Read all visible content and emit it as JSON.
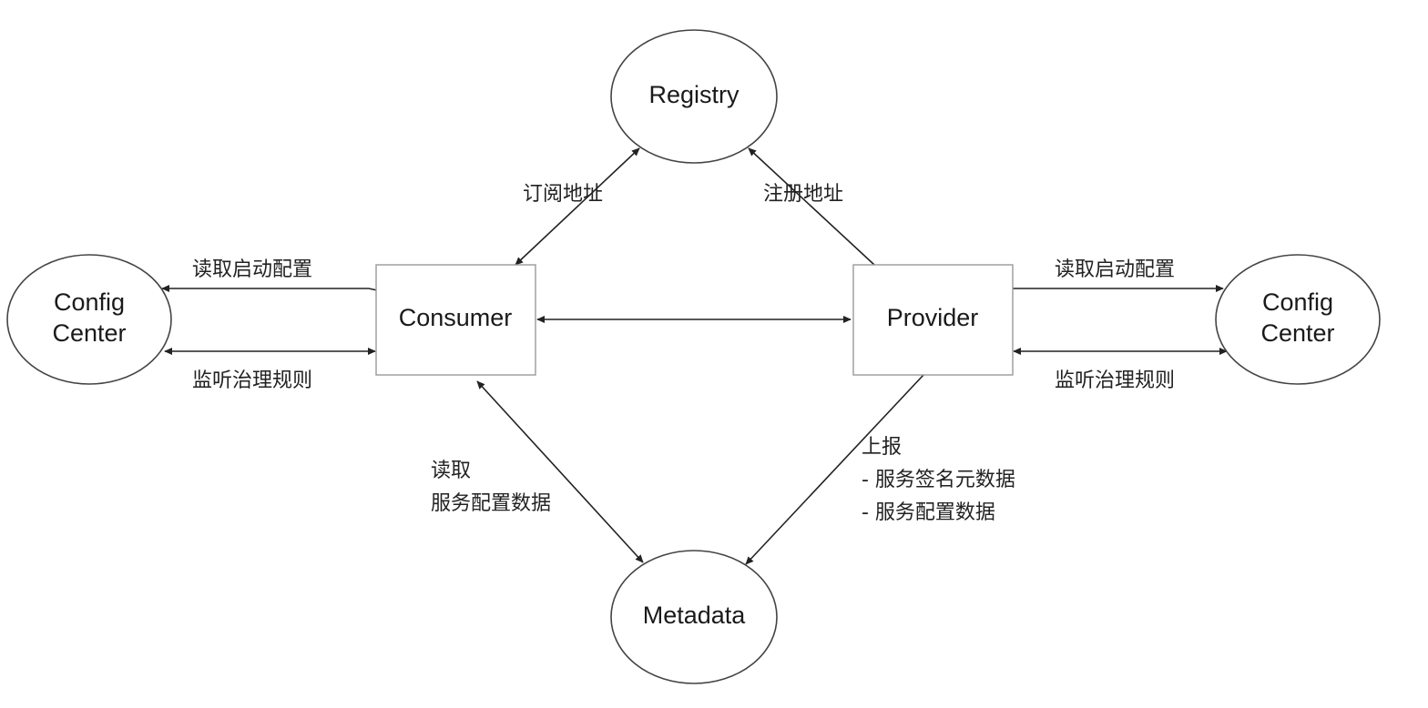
{
  "nodes": {
    "registry": "Registry",
    "metadata": "Metadata",
    "consumer": "Consumer",
    "provider": "Provider",
    "config_left": [
      "Config",
      "Center"
    ],
    "config_right": [
      "Config",
      "Center"
    ]
  },
  "edges": {
    "subscribe": "订阅地址",
    "register": "注册地址",
    "left_read_startup": "读取启动配置",
    "left_watch_rules": "监听治理规则",
    "right_read_startup": "读取启动配置",
    "right_watch_rules": "监听治理规则",
    "consumer_metadata": [
      "读取",
      "服务配置数据"
    ],
    "provider_metadata": [
      "上报",
      "- 服务签名元数据",
      "- 服务配置数据"
    ]
  }
}
